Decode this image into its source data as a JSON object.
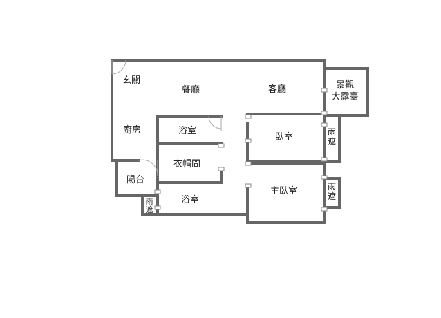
{
  "rooms": {
    "entrance": "玄關",
    "dining": "餐廳",
    "living": "客廳",
    "terrace_line1": "景觀",
    "terrace_line2": "大露臺",
    "kitchen": "廚房",
    "bath1": "浴室",
    "bedroom": "臥室",
    "awning1": "雨遮",
    "closet": "衣帽間",
    "balcony": "陽台",
    "bath2": "浴室",
    "master": "主臥室",
    "awning2": "雨遮",
    "awning3_line1": "雨",
    "awning3_line2": "遮"
  },
  "colors": {
    "wall": "#666666",
    "door": "#aaaaaa",
    "text": "#222222"
  }
}
